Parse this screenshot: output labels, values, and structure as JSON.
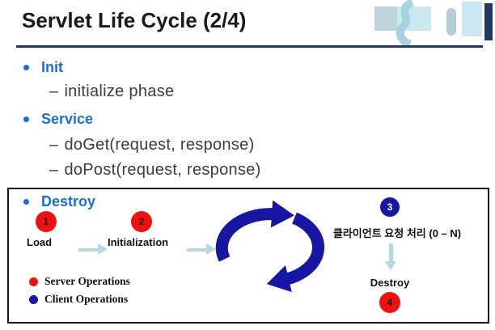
{
  "header": {
    "title": "Servlet Life Cycle (2/4)"
  },
  "outline": {
    "dash": "–",
    "items": [
      {
        "label": "Init",
        "level": 1
      },
      {
        "label": "initialize phase",
        "level": 2
      },
      {
        "label": "Service",
        "level": 1
      },
      {
        "label": "doGet(request, response)",
        "level": 2
      },
      {
        "label": "doPost(request, response)",
        "level": 2
      },
      {
        "label": "Destroy",
        "level": 1
      }
    ]
  },
  "diagram": {
    "steps": [
      {
        "number": "1",
        "label": "Load",
        "type": "server"
      },
      {
        "number": "2",
        "label": "Initialization",
        "type": "server"
      },
      {
        "number": "3",
        "label": "클라이언트 요청 처리 (0 – N)",
        "type": "client"
      },
      {
        "number": "4",
        "label": "Destroy",
        "type": "server"
      }
    ],
    "legend": [
      {
        "label": "Server Operations",
        "color": "#ee1111"
      },
      {
        "label": "Client Operations",
        "color": "#1717a3"
      }
    ]
  },
  "colors": {
    "heading_blue": "#1b6ed6",
    "sub_text_gray": "#3c3c3c",
    "server_red": "#ee1111",
    "client_navy": "#1717a3",
    "rule_navy": "#1f3864",
    "pale_arrow": "#b3dae2"
  }
}
